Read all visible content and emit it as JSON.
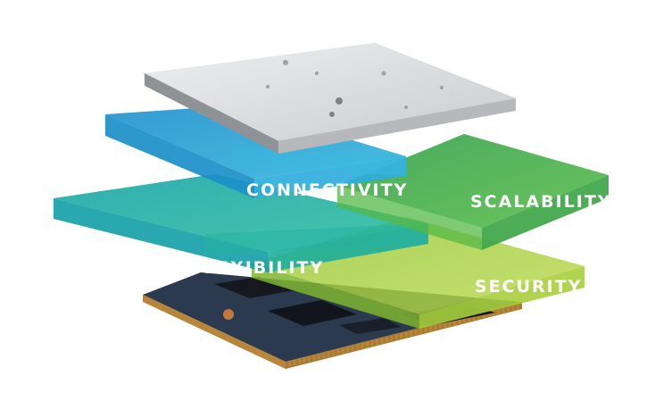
{
  "layers": [
    {
      "key": "connectivity",
      "label": "CONNECTIVITY",
      "color": "#2BA8D6"
    },
    {
      "key": "scalability",
      "label": "SCALABILITY",
      "color": "#3DAE49"
    },
    {
      "key": "flexibility",
      "label": "FLEXIBILITY",
      "color": "#18A8A0"
    },
    {
      "key": "security",
      "label": "SECURITY",
      "color": "#8CC63F"
    }
  ],
  "components": {
    "shield": {
      "color": "#D9DADC"
    },
    "module_board": {
      "color": "#2B3A4E",
      "pad_color": "#B8863B"
    }
  }
}
